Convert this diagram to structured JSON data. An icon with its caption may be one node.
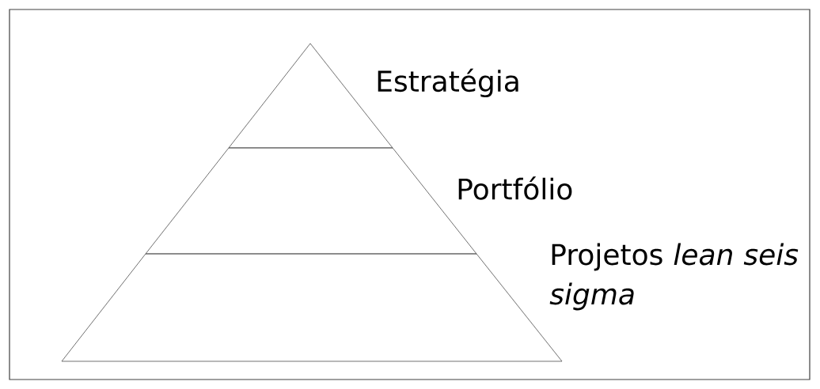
{
  "diagram": {
    "nodes": [
      {
        "text": [
          "Estratégia"
        ]
      },
      {
        "text": [
          "Portfólio"
        ]
      },
      {
        "text": [
          "Projetos *lean seis sigma*"
        ]
      }
    ]
  }
}
